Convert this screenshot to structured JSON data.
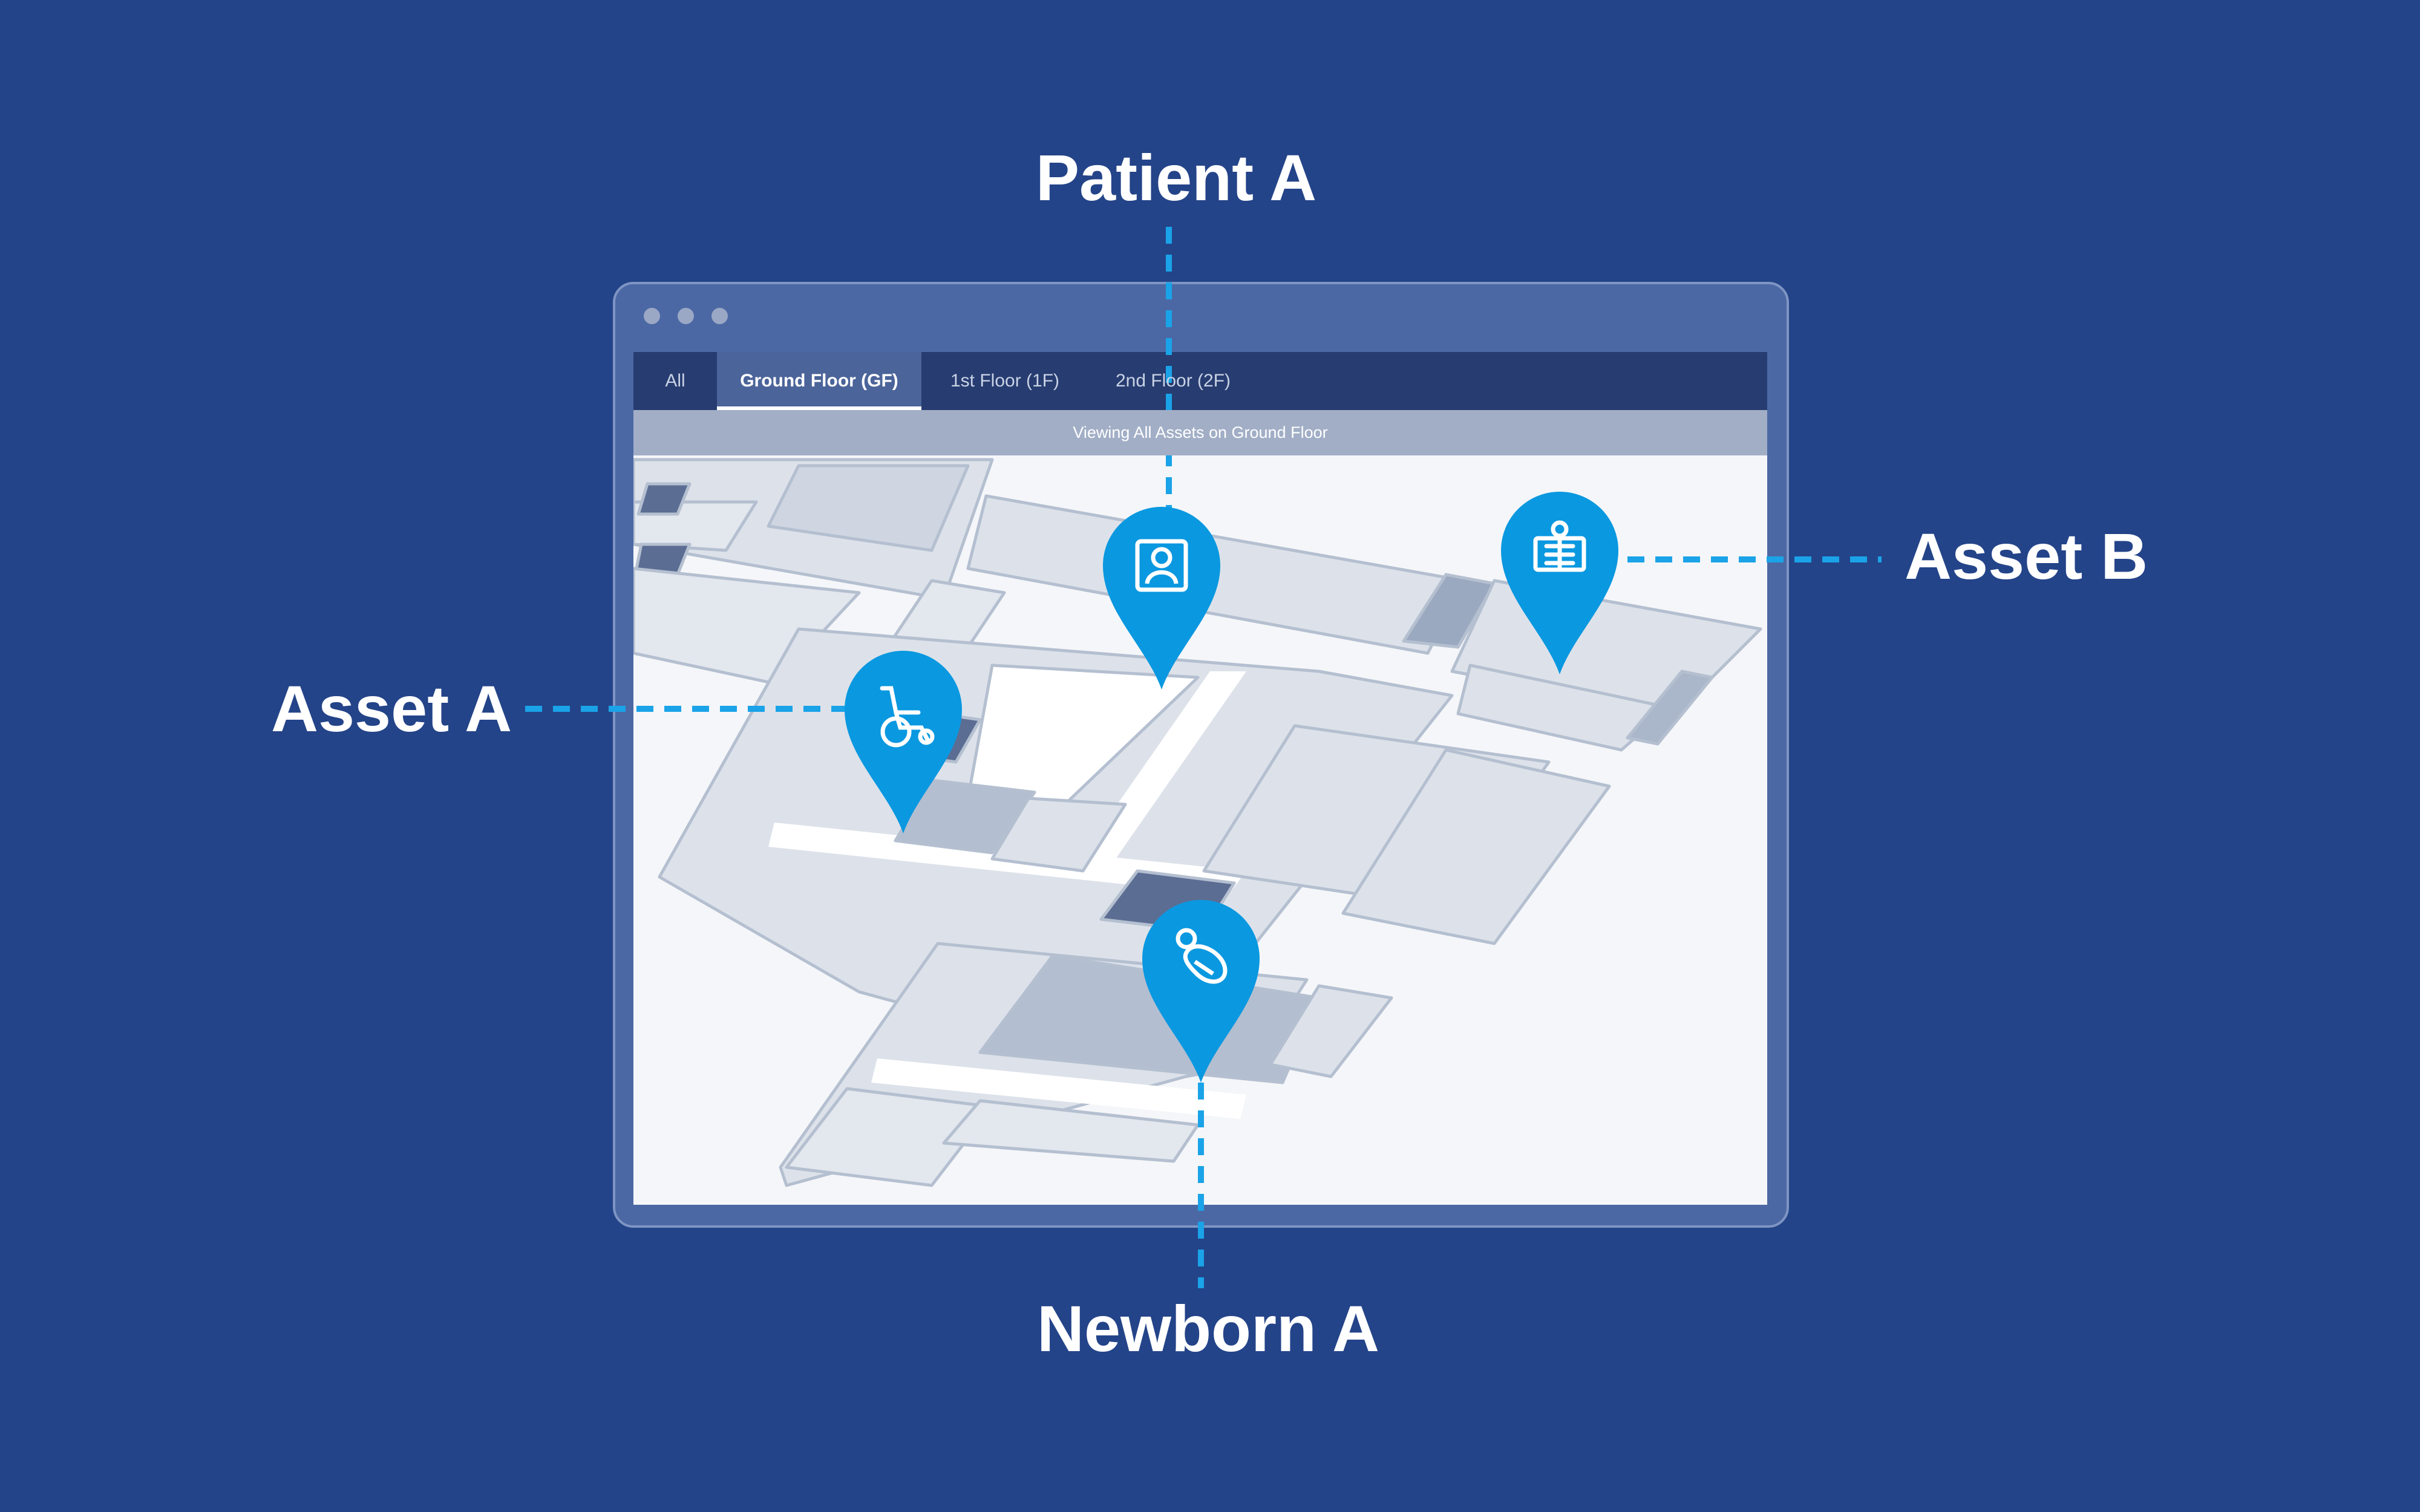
{
  "tabs": [
    {
      "label": "All",
      "active": false
    },
    {
      "label": "Ground Floor (GF)",
      "active": true
    },
    {
      "label": "1st Floor (1F)",
      "active": false
    },
    {
      "label": "2nd Floor (2F)",
      "active": false
    }
  ],
  "status_text": "Viewing All Assets on Ground Floor",
  "callouts": {
    "patient_a": "Patient A",
    "asset_a": "Asset A",
    "asset_b": "Asset B",
    "newborn_a": "Newborn A"
  },
  "markers": [
    {
      "label": "Asset A",
      "icon": "wheelchair-icon"
    },
    {
      "label": "Patient A",
      "icon": "patient-badge-icon"
    },
    {
      "label": "Asset B",
      "icon": "xray-icon"
    },
    {
      "label": "Newborn A",
      "icon": "newborn-icon"
    }
  ],
  "colors": {
    "background": "#244489",
    "window_frame": "#4c68a4",
    "tab_bar": "#273c70",
    "active_tab": "#4b649a",
    "status_bar": "#a1aec6",
    "marker": "#0a98e0",
    "floorplan_wall": "#b4bfd0",
    "floorplan_room": "#dde2ea"
  }
}
